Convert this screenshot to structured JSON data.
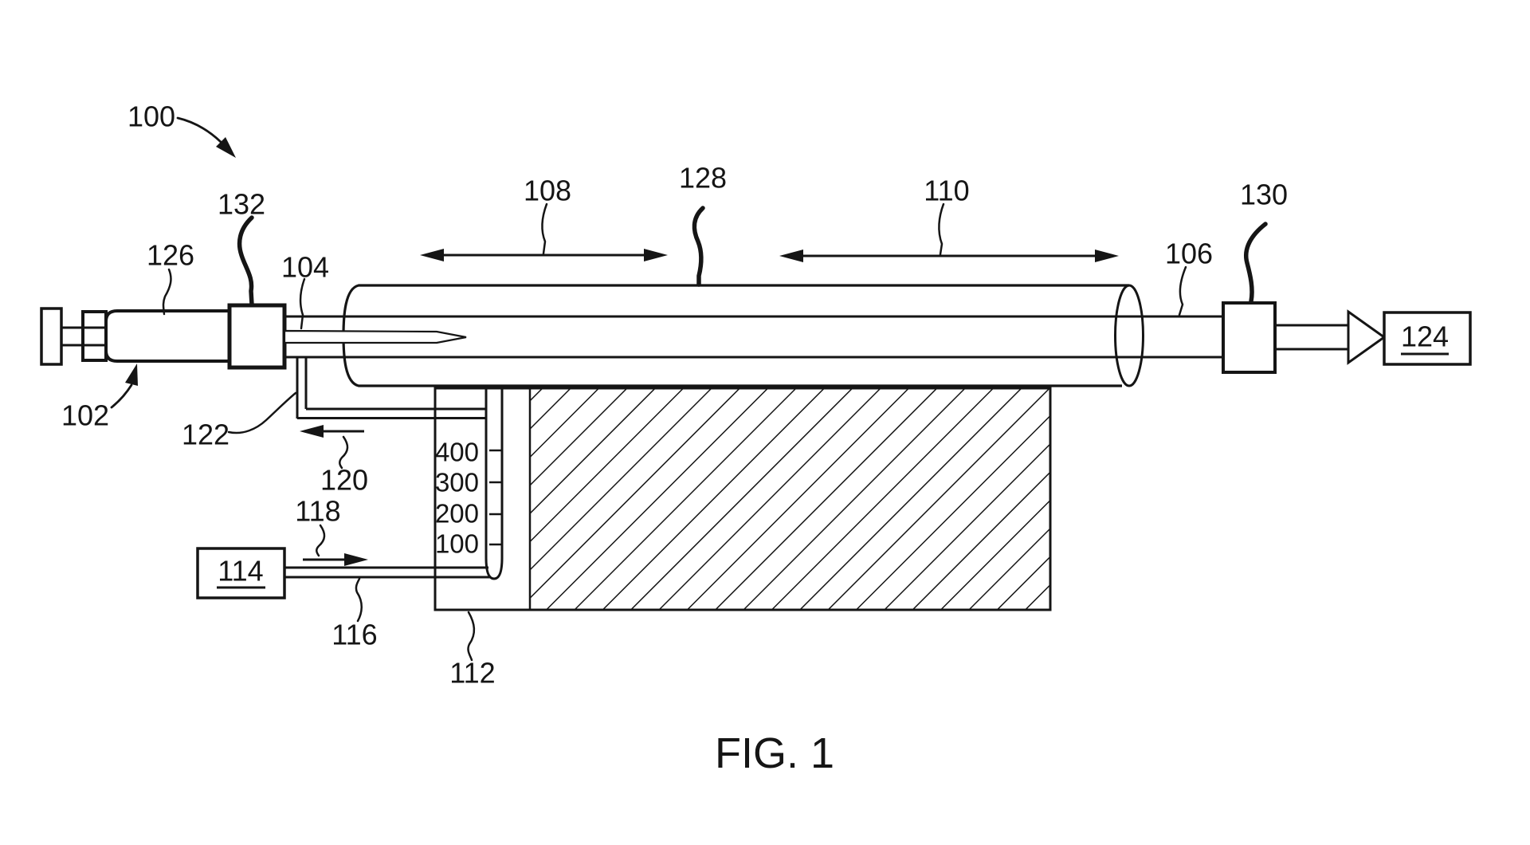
{
  "page": {
    "background": "#ffffff",
    "ink": "#151515",
    "kind": "patent line drawing"
  },
  "figure": {
    "caption": "FIG. 1",
    "scale_markings": [
      "400",
      "300",
      "200",
      "100"
    ],
    "reference_numerals": {
      "n100": "100",
      "n102": "102",
      "n104": "104",
      "n106": "106",
      "n108": "108",
      "n110": "110",
      "n112": "112",
      "n114": "114",
      "n116": "116",
      "n118": "118",
      "n120": "120",
      "n122": "122",
      "n124": "124",
      "n126": "126",
      "n128": "128",
      "n130": "130",
      "n132": "132"
    }
  }
}
